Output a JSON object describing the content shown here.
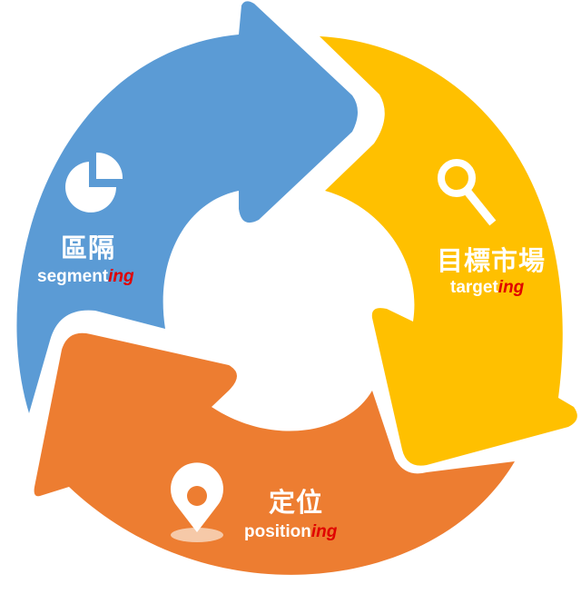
{
  "colors": {
    "segmenting": "#5b9bd5",
    "targeting": "#ffc000",
    "positioning": "#ed7d31",
    "suffix": "#e00000"
  },
  "stages": {
    "segmenting": {
      "zh": "區隔",
      "en_base": "segment",
      "en_suffix": "ing",
      "icon": "pie-chart-icon"
    },
    "targeting": {
      "zh": "目標市場",
      "en_base": "target",
      "en_suffix": "ing",
      "icon": "magnifier-icon"
    },
    "positioning": {
      "zh": "定位",
      "en_base": "position",
      "en_suffix": "ing",
      "icon": "map-pin-icon"
    }
  }
}
